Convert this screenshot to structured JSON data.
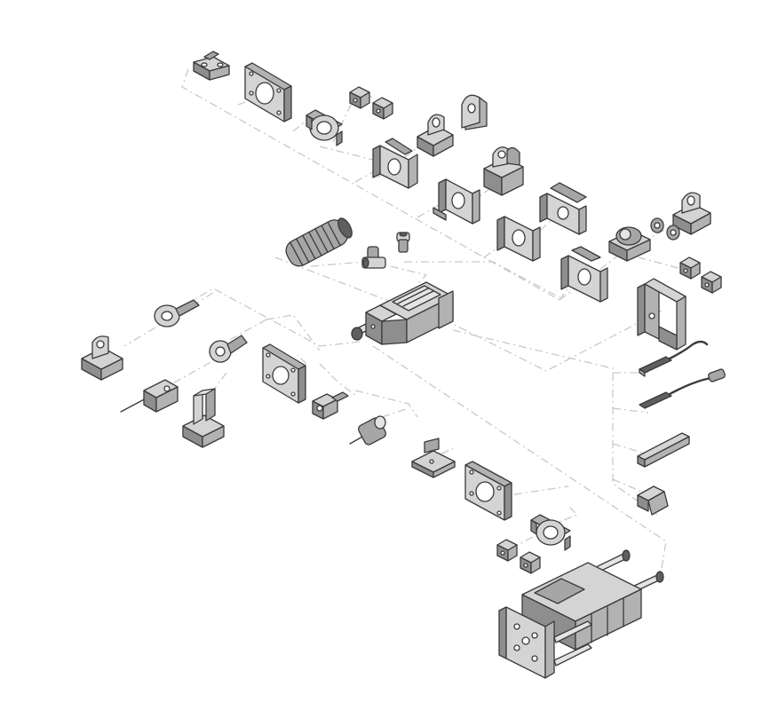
{
  "figure": {
    "kind": "exploded isometric accessory diagram",
    "background": "#ffffff",
    "line_color": "#c9c9c9",
    "part_colors": {
      "top": "#d4d4d4",
      "left": "#8e8e8e",
      "right": "#b2b2b2",
      "outline": "#3a3a3a"
    }
  },
  "parts": [
    "foot-bracket-small",
    "flange-plate-top",
    "nut-block-top-1",
    "nut-block-top-2",
    "trunnion-ring-top",
    "clevis-eye-1",
    "clevis-eye-2",
    "swivel-flange-1",
    "clevis-foot-1",
    "foot-mount-1",
    "foot-mount-2",
    "swivel-flange-2",
    "clevis-foot-2",
    "trunnion-support",
    "clevis-bracket-right",
    "nut-washers",
    "nut-block-right-1",
    "nut-block-right-2",
    "cylinder-frame",
    "protective-bellows",
    "push-in-fitting-angled",
    "push-in-fitting-straight",
    "pneumatic-cylinder",
    "rod-eye",
    "rod-clevis-small",
    "clevis-foot-left",
    "rod-clevis-threaded",
    "flange-plate-left",
    "pivot-bracket",
    "rod-clevis-fork",
    "coupling-piece",
    "sensor-1",
    "sensor-2",
    "sensor-rail",
    "sensor-bracket",
    "foot-angle",
    "flange-plate-lower",
    "trunnion-ring-lower",
    "nut-block-lower-1",
    "nut-block-lower-2",
    "guide-unit"
  ]
}
